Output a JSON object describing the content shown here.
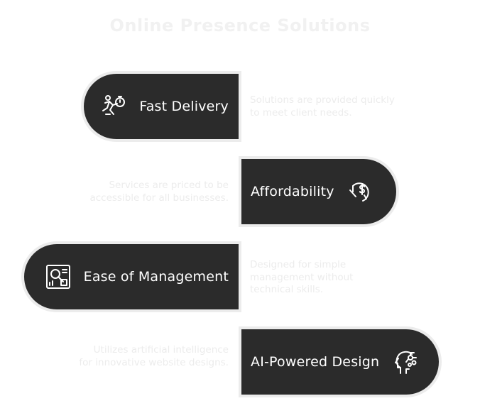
{
  "title": "Online Presence Solutions",
  "items": [
    {
      "label": "Fast Delivery",
      "icon": "running-stopwatch-icon",
      "description": "Solutions are provided quickly to meet client needs."
    },
    {
      "label": "Affordability",
      "icon": "dollar-down-arrow-icon",
      "description": "Services are priced to be accessible for all businesses."
    },
    {
      "label": "Ease of Management",
      "icon": "dashboard-magnifier-icon",
      "description": "Designed for simple management without technical skills."
    },
    {
      "label": "AI-Powered Design",
      "icon": "ai-head-circuit-icon",
      "description": "Utilizes artificial intelligence for innovative website designs."
    }
  ],
  "colors": {
    "pill_background": "#2b2b2b",
    "pill_text": "#ffffff",
    "faint_text": "#ececec"
  }
}
